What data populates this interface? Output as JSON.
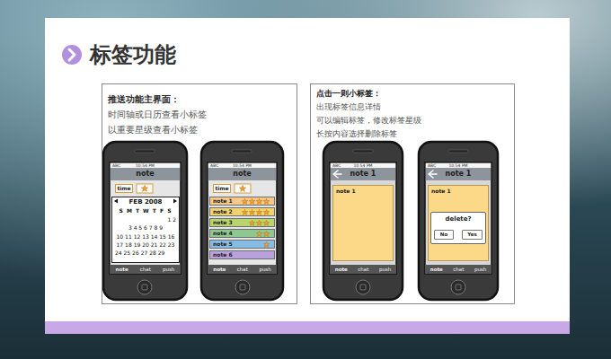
{
  "diagram": {
    "title": "标签功能",
    "nodes": [
      {
        "text": [
          "推送功能主界面：",
          "时间轴或日历查看小标签",
          "以重要星级查看小标签"
        ]
      },
      {
        "text": [
          "note"
        ],
        "in": 0
      },
      {
        "text": [
          "time"
        ],
        "in": 0
      },
      {
        "text": [
          "FEB 2008",
          "S M T W T F S",
          "1 2",
          "3 4 5 6 7 8 9",
          "10 11 12 13 14 15 16",
          "17 18 19 20 21 22 23",
          "24 25 26 27 28 29"
        ],
        "in": 0
      },
      {
        "text": [
          "note",
          "chat",
          "push"
        ],
        "in": 0
      },
      {
        "text": [
          "note"
        ],
        "in": 0
      },
      {
        "text": [
          "time"
        ],
        "in": 0
      },
      {
        "text": [
          "note 1"
        ],
        "in": 0
      },
      {
        "text": [
          "note 2"
        ],
        "in": 0
      },
      {
        "text": [
          "note 3"
        ],
        "in": 0
      },
      {
        "text": [
          "note 4"
        ],
        "in": 0
      },
      {
        "text": [
          "note 5"
        ],
        "in": 0
      },
      {
        "text": [
          "note 6"
        ],
        "in": 0
      },
      {
        "text": [
          "note",
          "chat",
          "push"
        ],
        "in": 0
      },
      {
        "text": [
          "点击一则小标签：",
          "出现标签信息详情",
          "可以编辑标签，修改标签星级",
          "长按内容选择删除标签"
        ]
      },
      {
        "text": [
          "note 1"
        ],
        "in": 14
      },
      {
        "text": [
          "note 1"
        ],
        "in": 14
      },
      {
        "text": [
          "note",
          "chat",
          "push"
        ],
        "in": 14
      },
      {
        "text": [
          "note 1"
        ],
        "in": 14
      },
      {
        "text": [
          "note 1"
        ],
        "in": 14
      },
      {
        "text": [
          "delete?"
        ],
        "in": 19
      },
      {
        "text": [
          "No"
        ],
        "in": 20
      },
      {
        "text": [
          "Yes"
        ],
        "in": 20
      },
      {
        "text": [
          "note",
          "chat",
          "push"
        ],
        "in": 14
      }
    ],
    "labels": [
      "ABC",
      "10:54 PM",
      "ABC",
      "10:54 PM",
      "ABC",
      "10:54 PM",
      "ABC",
      "10:54 PM"
    ]
  }
}
